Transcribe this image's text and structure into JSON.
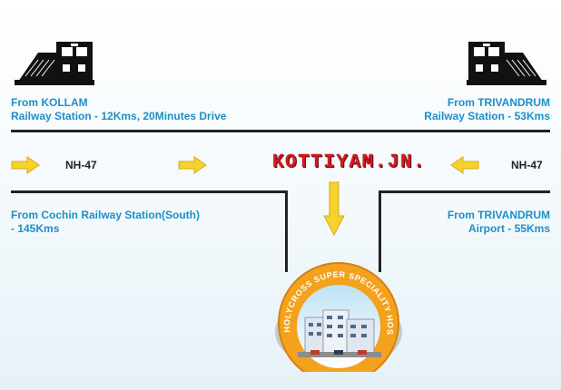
{
  "left_top": {
    "line1": "From KOLLAM",
    "line2": "Railway Station - 12Kms, 20Minutes Drive"
  },
  "right_top": {
    "line1": "From TRIVANDRUM",
    "line2": "Railway Station - 53Kms"
  },
  "left_bottom": {
    "line1": "From Cochin Railway Station(South)",
    "line2": "- 145Kms"
  },
  "right_bottom": {
    "line1": "From TRIVANDRUM",
    "line2": "Airport - 55Kms"
  },
  "highway_left": "NH-47",
  "highway_right": "NH-47",
  "destination": "KOTTIYAM.JN.",
  "hospital_logo_text": "HOLYCROSS SUPER SPECIALITY HOSPITAL",
  "colors": {
    "text_blue": "#1c8fc7",
    "title_red": "#d7191f",
    "arrow_yellow": "#f6d22a",
    "logo_orange": "#f4a21d"
  },
  "icons": [
    "train-icon",
    "arrow-right-icon",
    "arrow-left-icon",
    "arrow-down-icon"
  ]
}
